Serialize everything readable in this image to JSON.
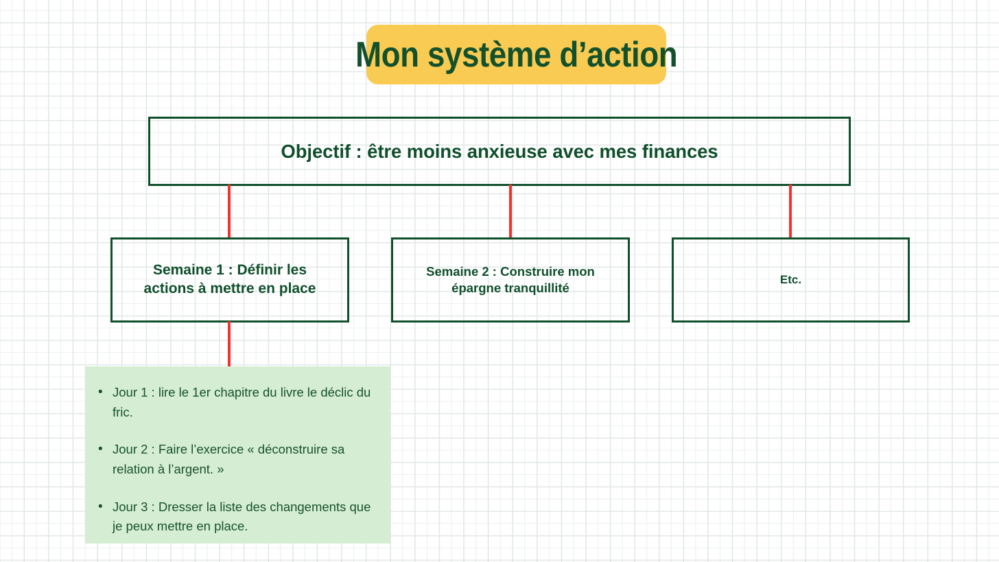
{
  "title": {
    "text": "Mon système d’action",
    "background_color": "#F9CB52",
    "text_color": "#13512D"
  },
  "diagram": {
    "type": "tree",
    "accent_colors": {
      "node_border": "#0F4F2B",
      "node_text": "#0F4F2B",
      "connector": "#F4312C",
      "list_background": "#D5EDD3",
      "grid_line": "#e3e7e7"
    },
    "root": {
      "label": "Objectif : être moins anxieuse avec mes finances"
    },
    "branches": [
      {
        "label": "Semaine 1 : Définir les\nactions à mettre en place"
      },
      {
        "label": "Semaine 2 : Construire mon\népargne tranquillité"
      },
      {
        "label": "Etc."
      }
    ],
    "details": {
      "parent": "Semaine 1 : Définir les actions à mettre en place",
      "items": [
        "Jour 1 : lire le 1er chapitre du livre le déclic du fric.",
        "Jour 2 : Faire l’exercice « déconstruire sa relation à l’argent. »",
        "Jour 3 : Dresser la liste des changements que je peux mettre en place."
      ]
    }
  }
}
